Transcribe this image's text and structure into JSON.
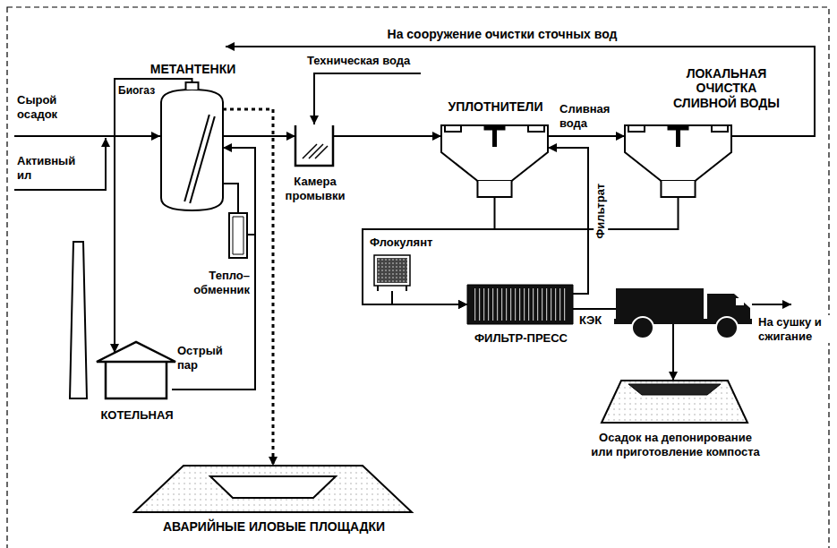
{
  "diagram": {
    "nodes": [
      {
        "text": [
          "МЕТАНТЕНКИ"
        ]
      },
      {
        "text": [
          "Камера промывки"
        ]
      },
      {
        "text": [
          "УПЛОТНИТЕЛИ"
        ]
      },
      {
        "text": [
          "ЛОКАЛЬНАЯ ОЧИСТКА СЛИВНОЙ ВОДЫ"
        ]
      },
      {
        "text": [
          "Тепло– обменник"
        ]
      },
      {
        "text": [
          "КОТЕЛЬНАЯ"
        ]
      },
      {
        "text": [
          "Флокулянт"
        ]
      },
      {
        "text": [
          "ФИЛЬТР-ПРЕСС"
        ]
      },
      {
        "text": [
          "Осадок на депонирование или приготовление компоста"
        ]
      },
      {
        "text": [
          "АВАРИЙНЫЕ ИЛОВЫЕ ПЛОЩАДКИ"
        ]
      }
    ],
    "edges": [
      {
        "from": 0,
        "to": 1,
        "arrow": "to"
      },
      {
        "from": 1,
        "to": 2,
        "arrow": "to"
      },
      {
        "from": 2,
        "to": 3,
        "label": "Сливная вода",
        "arrow": "to"
      },
      {
        "from": 2,
        "to": 7,
        "arrow": "to"
      },
      {
        "from": 3,
        "to": 7,
        "arrow": "to"
      },
      {
        "from": 6,
        "to": 7,
        "arrow": "to"
      },
      {
        "from": 7,
        "to": 2,
        "label": "Фильтрат",
        "arrow": "to"
      },
      {
        "from": 7,
        "to": 8,
        "label": "КЭК",
        "arrow": "to"
      },
      {
        "from": 0,
        "to": 5,
        "label": "Биогаз",
        "arrow": "to"
      },
      {
        "from": 5,
        "to": 0,
        "label": "Острый пар",
        "arrow": "to"
      },
      {
        "from": 0,
        "to": 4,
        "arrow": "none"
      },
      {
        "from": 0,
        "to": 9,
        "arrow": "to"
      }
    ],
    "labels": [
      "На сооружение очистки сточных вод",
      "Техническая вода",
      "Сырой осадок",
      "Активный ил",
      "На сушку и сжигание"
    ]
  }
}
